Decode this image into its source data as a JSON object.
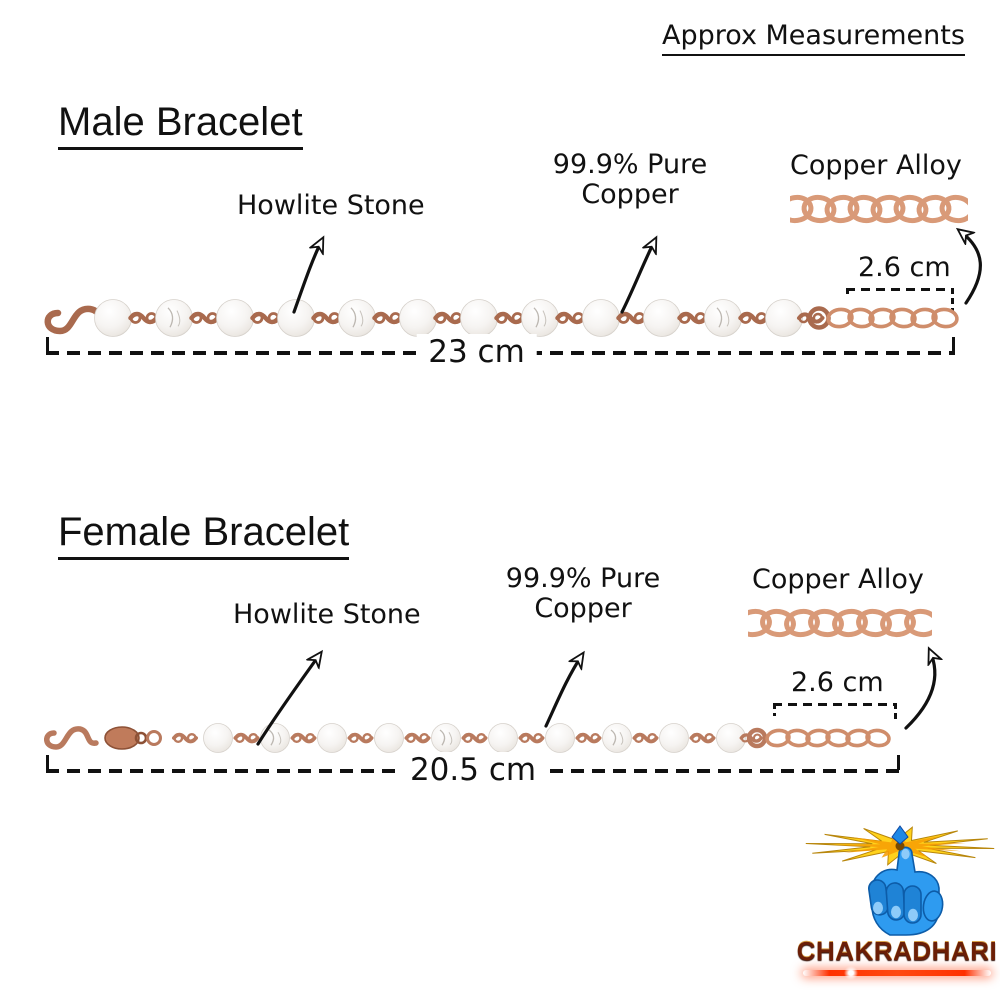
{
  "header": {
    "title": "Approx Measurements"
  },
  "sections": {
    "male": {
      "heading": "Male Bracelet",
      "labels": {
        "stone": "Howlite Stone",
        "copper": "99.9% Pure Copper",
        "alloy": "Copper Alloy",
        "extension": "2.6 cm",
        "length": "23 cm"
      }
    },
    "female": {
      "heading": "Female Bracelet",
      "labels": {
        "stone": "Howlite Stone",
        "copper": "99.9% Pure Copper",
        "alloy": "Copper Alloy",
        "extension": "2.6 cm",
        "length": "20.5 cm"
      }
    }
  },
  "logo": {
    "brand": "CHAKRADHARI",
    "icon": "hand-spinning-chakra-icon"
  },
  "colors": {
    "text": "#111111",
    "copper_wire": "#a96a4e",
    "copper_wire_light": "#b97a5e",
    "copper_chain": "#cf8d6b",
    "zoom_chain": "#d99a78",
    "bead_white": "#f6f4f2",
    "bead_shade": "#ddd8d2",
    "marble_gray": "#b2aca4",
    "logo_blue": "#2e9bf0",
    "logo_blue_dark": "#1f83d6",
    "logo_outline": "#0d5ca8",
    "nail_blue": "#8ecbf9",
    "chakra_gold": "#ffd21c",
    "chakra_orange": "#f79e05",
    "brand_maroon": "#6b1e07",
    "glow_red": "#ff3000"
  }
}
